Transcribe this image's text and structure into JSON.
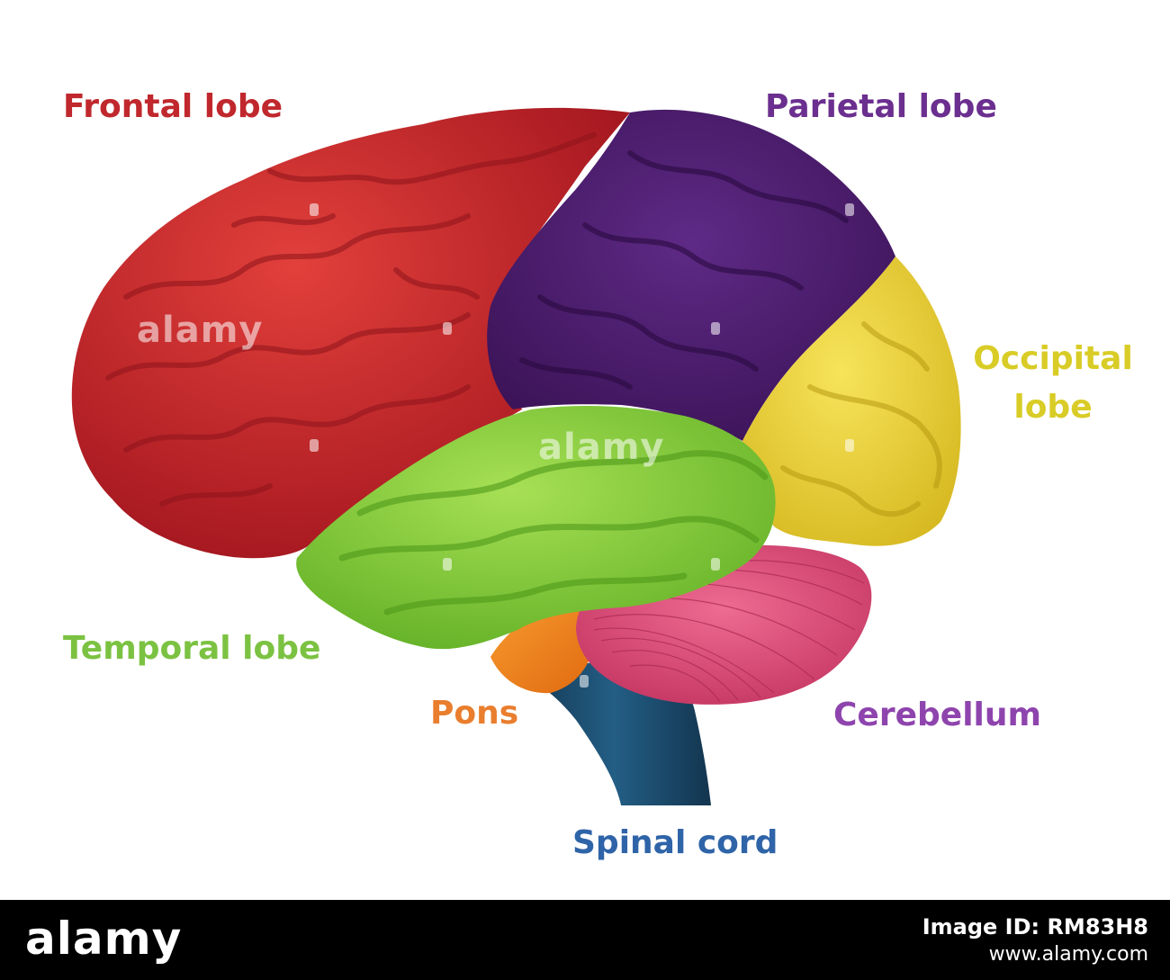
{
  "labels": {
    "frontal": "Frontal lobe",
    "parietal": "Parietal lobe",
    "occipital_1": "Occipital",
    "occipital_2": "lobe",
    "temporal": "Temporal lobe",
    "pons": "Pons",
    "cerebellum": "Cerebellum",
    "spinal_cord": "Spinal cord"
  },
  "colors": {
    "frontal": "#c8262b",
    "parietal": "#4b1d6b",
    "occipital": "#e8d33a",
    "temporal": "#8bcf3a",
    "pons": "#f07f1e",
    "cerebellum": "#e04c78",
    "spinal_cord": "#1d4d6e",
    "label_frontal": "#c0282d",
    "label_parietal": "#6b2f8f",
    "label_occipital": "#d9cc26",
    "label_temporal": "#7cc242",
    "label_pons": "#e97e2e",
    "label_cerebellum": "#8e44ad",
    "label_spinal": "#2f64a8"
  },
  "watermarks": [
    "alamy",
    "alamy"
  ],
  "footer": {
    "logo": "alamy",
    "image_id_label": "Image ID: RM83H8",
    "url": "www.alamy.com"
  }
}
